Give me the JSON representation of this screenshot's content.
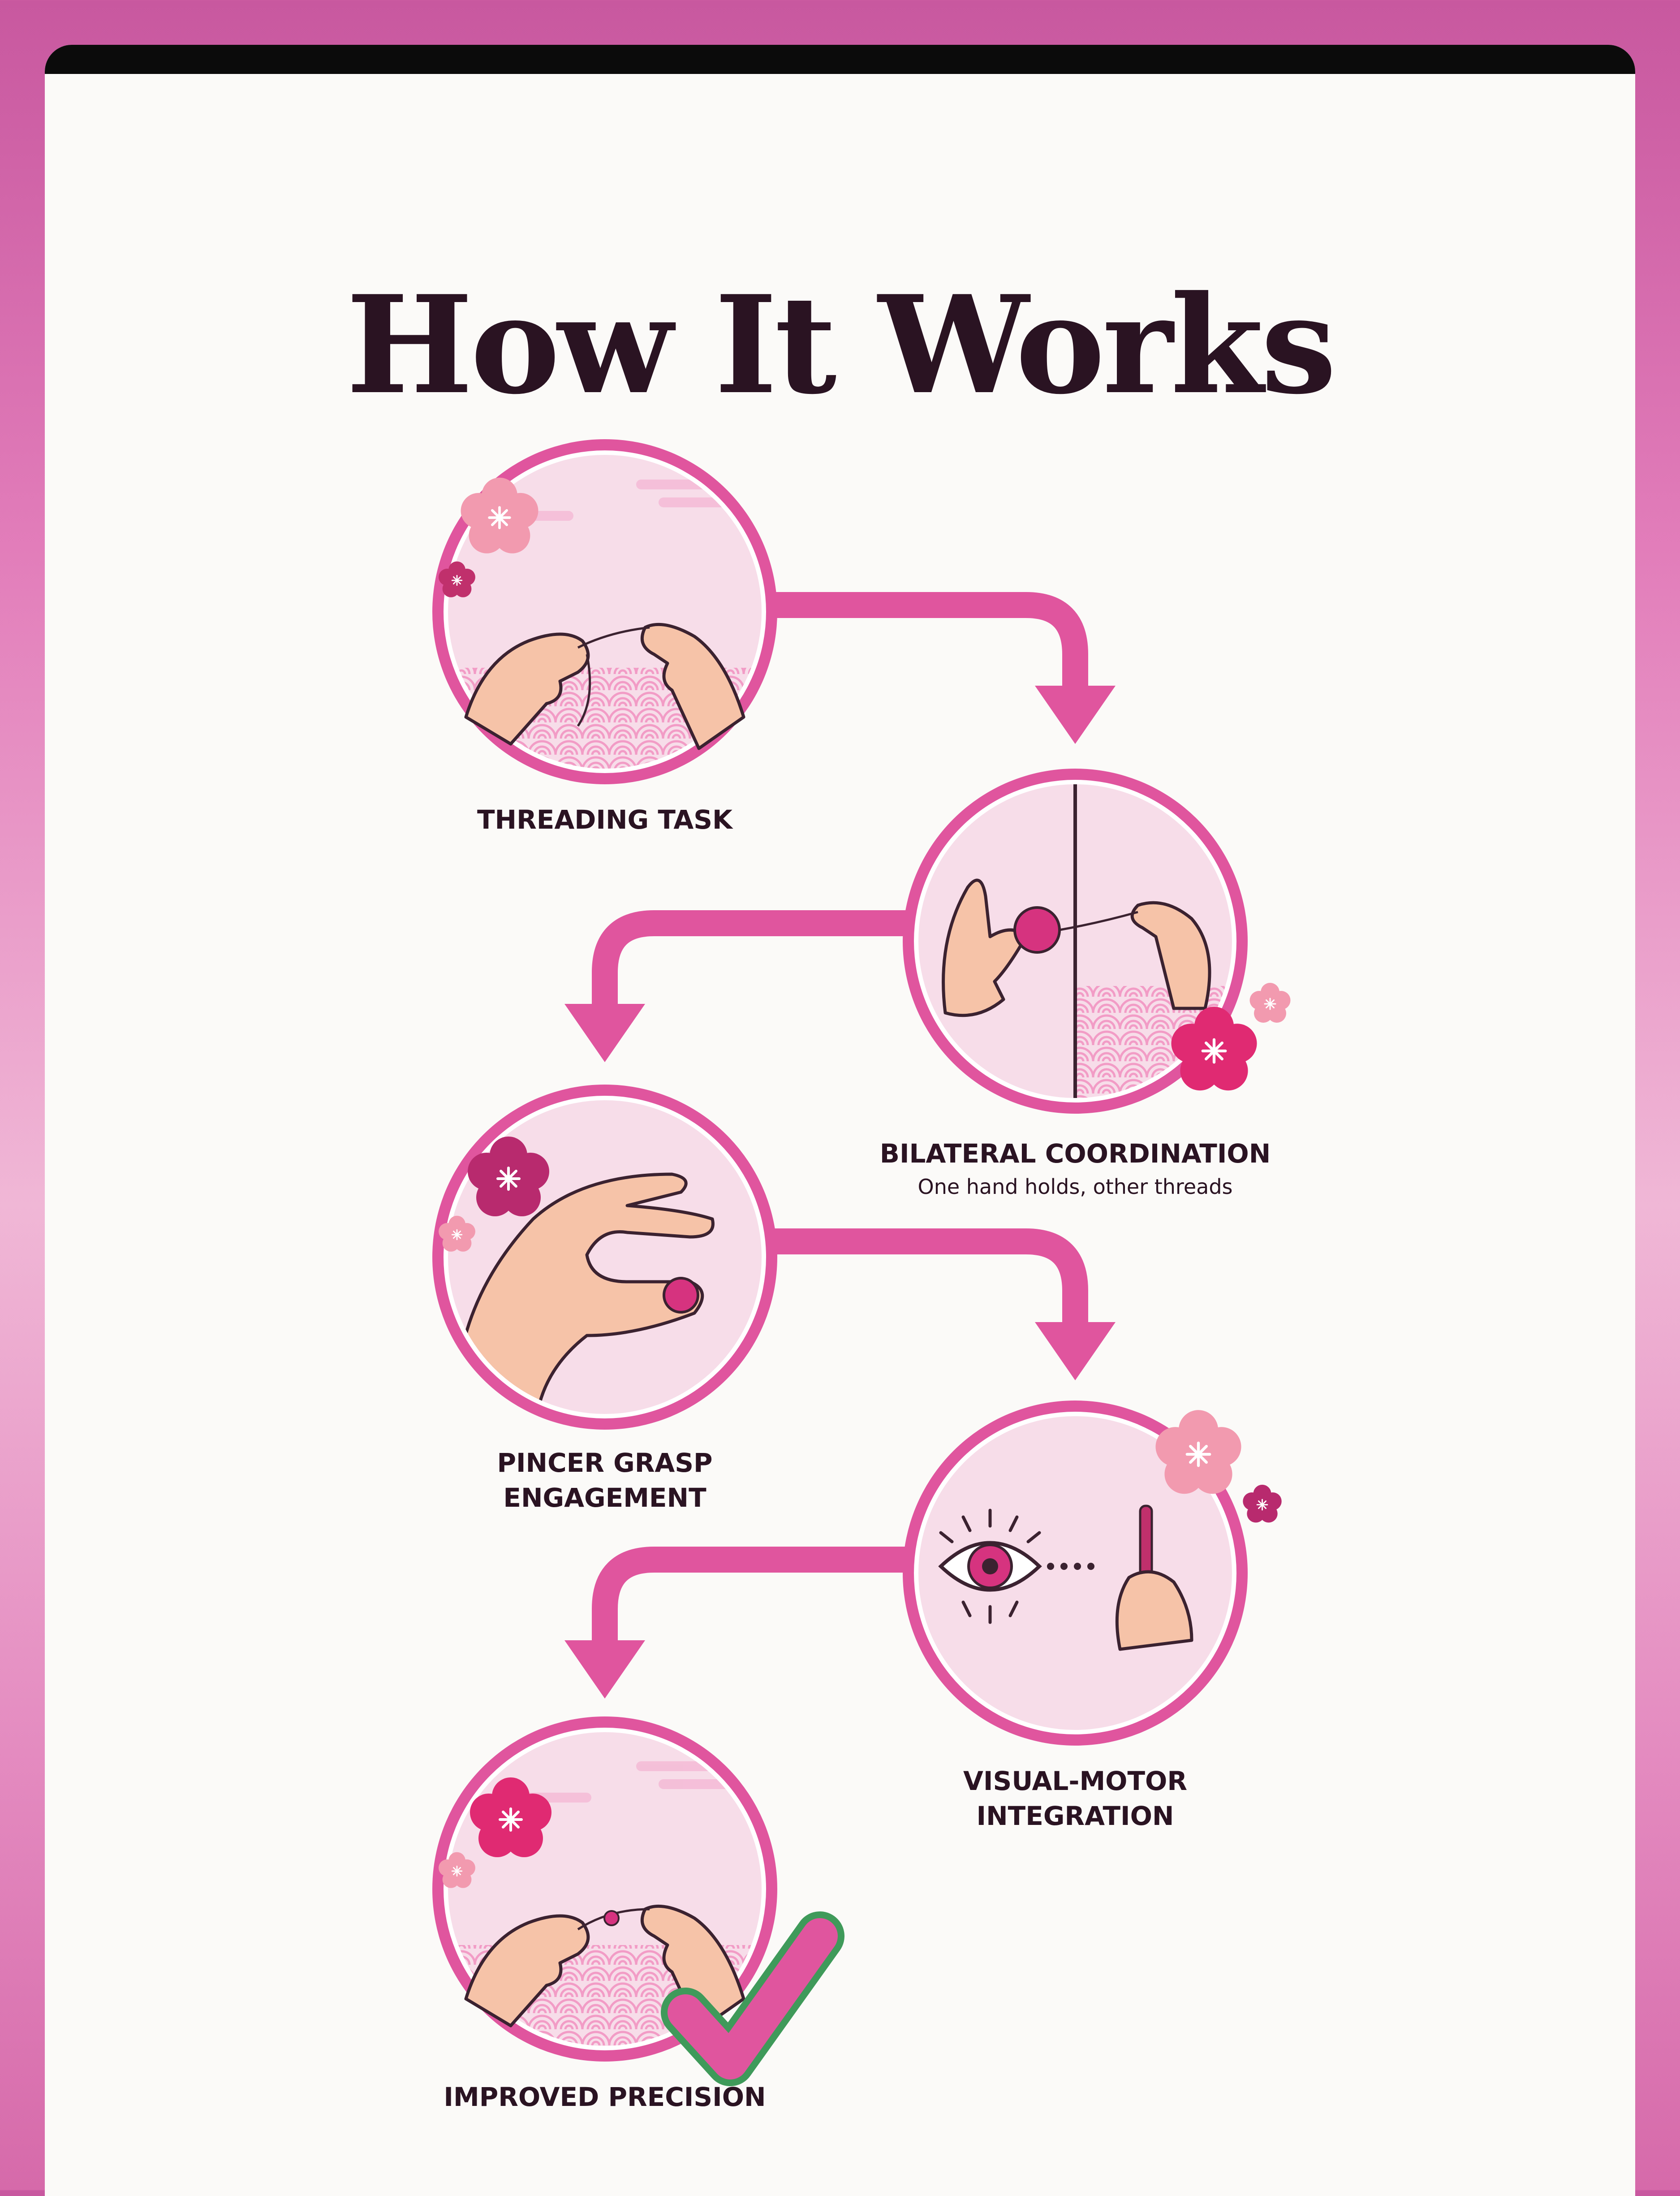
{
  "title": "How It Works",
  "steps": [
    {
      "label": "THREADING TASK",
      "subtitle": ""
    },
    {
      "label": "BILATERAL COORDINATION",
      "subtitle": "One hand holds, other threads"
    },
    {
      "label_line1": "PINCER GRASP",
      "label_line2": "ENGAGEMENT"
    },
    {
      "label_line1": "VISUAL-MOTOR",
      "label_line2": "INTEGRATION"
    },
    {
      "label": "IMPROVED PRECISION"
    }
  ],
  "colors": {
    "accent": "#e0559e",
    "circle_fill": "#f7dde9",
    "title": "#2a1322",
    "bead": "#d6337f",
    "check": "#e0559e",
    "check_outline": "#3f9a5a"
  },
  "icons": [
    "hands-threading-icon",
    "holding-bead-icon",
    "pincer-hand-icon",
    "eye-needle-icon",
    "success-check-icon",
    "blossom-icon"
  ]
}
